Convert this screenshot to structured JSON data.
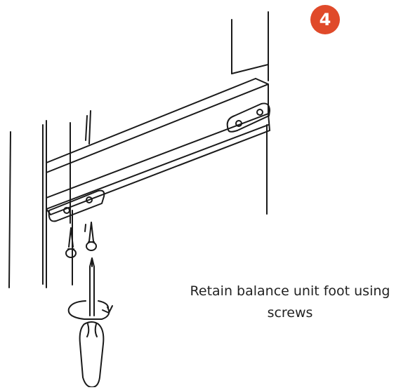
{
  "step": {
    "number": "4",
    "badge_color": "#e04a2a"
  },
  "caption": {
    "line1": "Retain balance unit foot using",
    "line2": "screws"
  },
  "illustration": {
    "line_color": "#1a1a1a",
    "parts": [
      "frame-leg",
      "balance-unit-foot-rail",
      "screw",
      "screwdriver",
      "rotation-arrow"
    ]
  }
}
